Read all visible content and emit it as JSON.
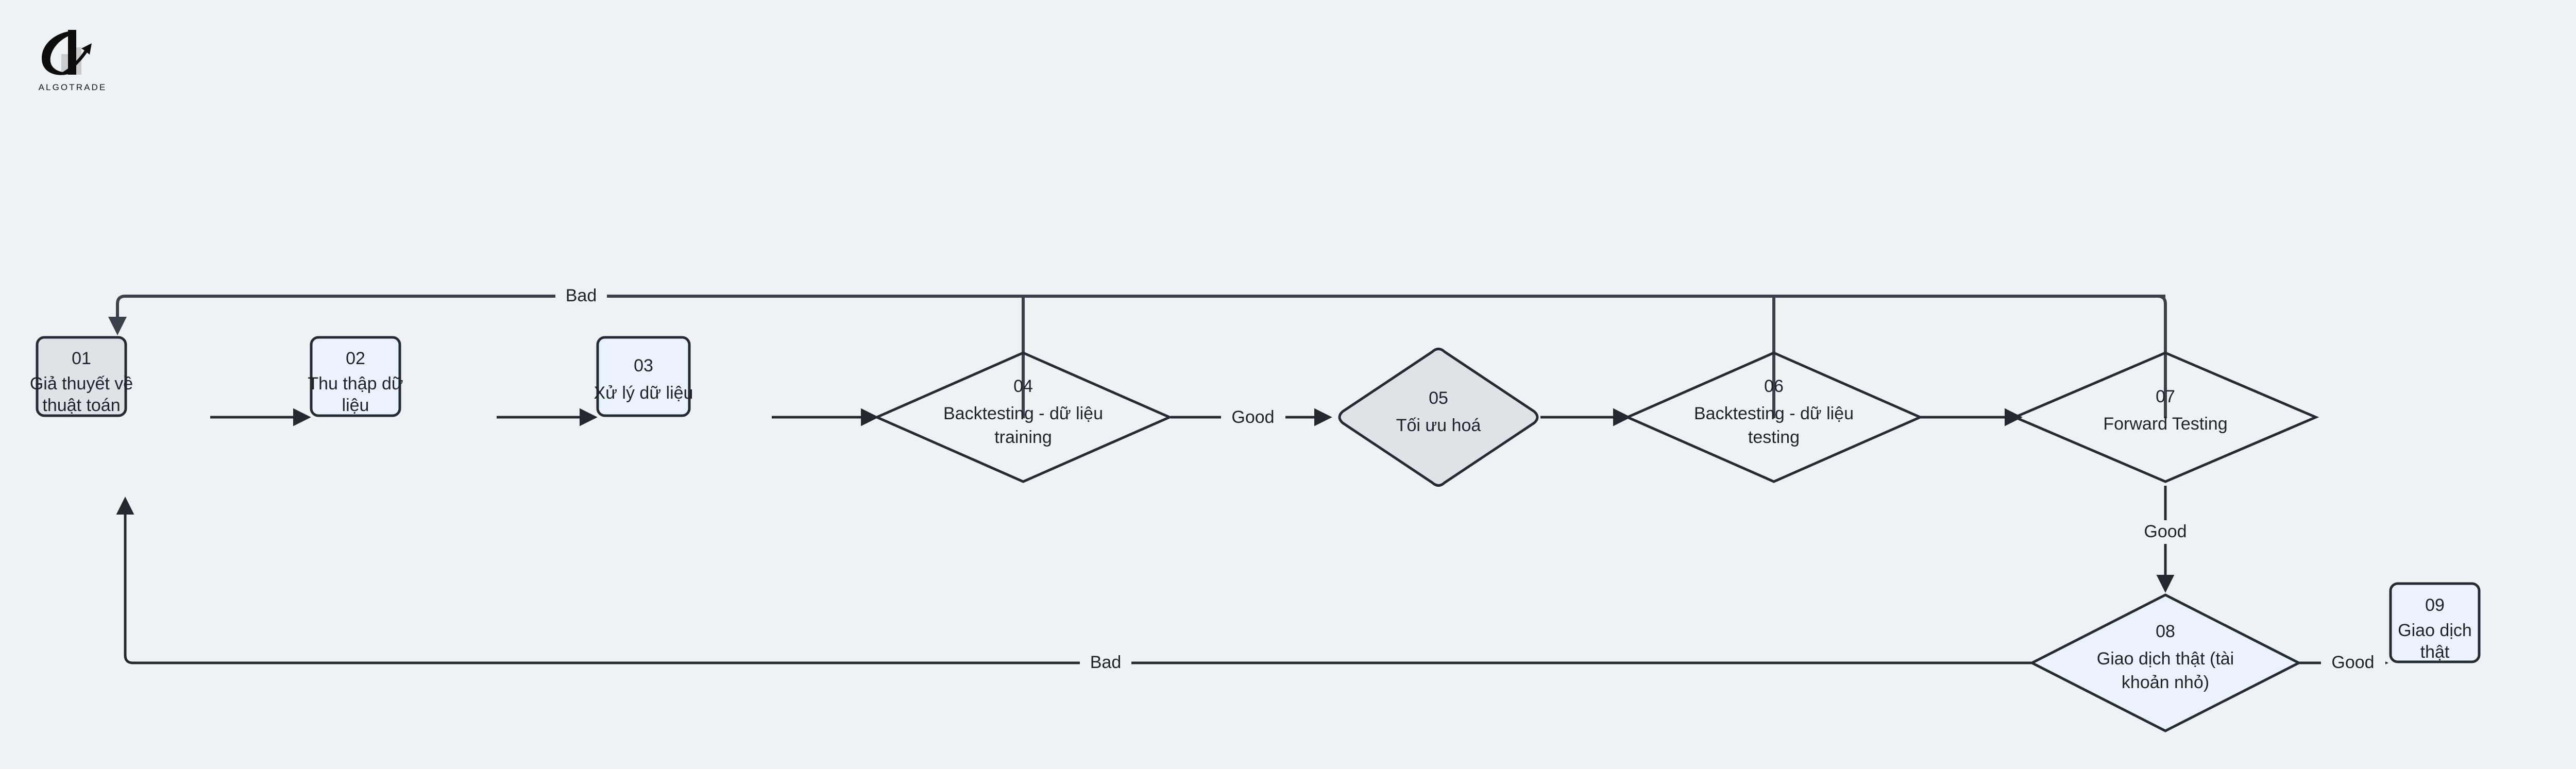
{
  "brand": {
    "name": "ALGOTRADE",
    "logo_icon": "algotrade-swoosh-barchart-logo"
  },
  "diagram": {
    "title": "",
    "type": "flowchart",
    "background_color": "#eff2f4",
    "stroke_color": "#262b33",
    "fill_process": "#eaf2fb",
    "fill_highlight": "#dfe3e7",
    "nodes": [
      {
        "id": "n01",
        "num": "01",
        "line1": "Giả thuyết về",
        "line2": "thuật toán",
        "shape": "rect",
        "fill": "#dfe3e7"
      },
      {
        "id": "n02",
        "num": "02",
        "line1": "Thu thập dữ",
        "line2": "liệu",
        "shape": "rect",
        "fill": "#eaf2fb"
      },
      {
        "id": "n03",
        "num": "03",
        "line1": "Xử lý dữ liệu",
        "line2": "",
        "shape": "rect",
        "fill": "#eaf2fb"
      },
      {
        "id": "n04",
        "num": "04",
        "line1": "Backtesting - dữ liệu",
        "line2": "training",
        "shape": "diamond",
        "fill": "none"
      },
      {
        "id": "n05",
        "num": "05",
        "line1": "Tối ưu hoá",
        "line2": "",
        "shape": "diamond",
        "fill": "#dfe3e7"
      },
      {
        "id": "n06",
        "num": "06",
        "line1": "Backtesting - dữ liệu",
        "line2": "testing",
        "shape": "diamond",
        "fill": "none"
      },
      {
        "id": "n07",
        "num": "07",
        "line1": "Forward Testing",
        "line2": "",
        "shape": "diamond",
        "fill": "none"
      },
      {
        "id": "n08",
        "num": "08",
        "line1": "Giao dịch thật (tài",
        "line2": "khoản nhỏ)",
        "shape": "diamond",
        "fill": "#eaf2fb"
      },
      {
        "id": "n09",
        "num": "09",
        "line1": "Giao dịch",
        "line2": "thật",
        "shape": "rect",
        "fill": "#eaf2fb"
      }
    ],
    "edge_labels": {
      "bad_top": "Bad",
      "good_04_05": "Good",
      "good_07_08": "Good",
      "bad_bottom": "Bad",
      "good_08_09": "Good"
    }
  }
}
